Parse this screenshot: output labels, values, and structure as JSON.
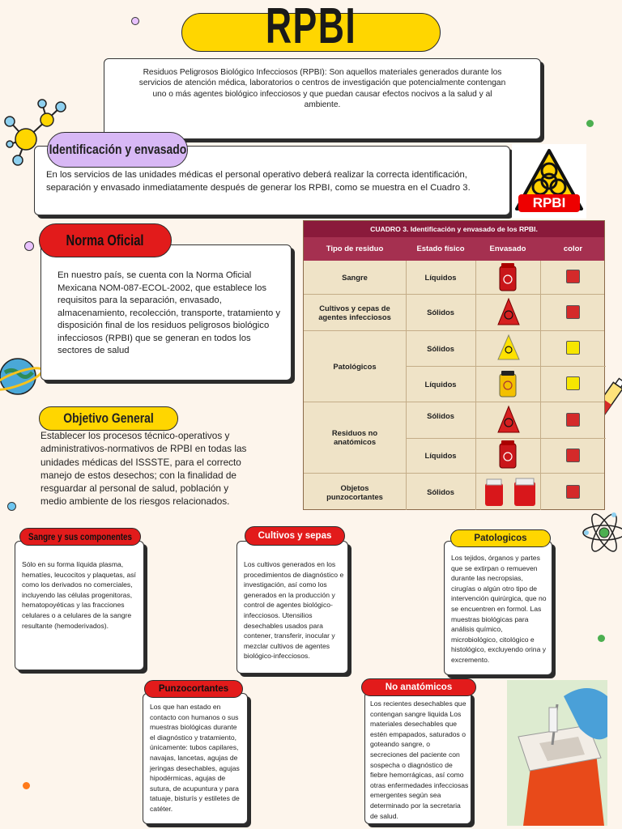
{
  "title": "RPBI",
  "definition": "Residuos Peligrosos Biológico Infecciosos (RPBI): Son aquellos materiales generados durante los servicios de atención médica, laboratorios o centros de investigación que potencialmente contengan uno o más agentes biológico infecciosos y que puedan causar efectos nocivos a la salud y al ambiente.",
  "ident": {
    "heading": "Identificación y envasado",
    "text": "En los servicios de las unidades médicas el personal operativo deberá realizar la correcta identificación, separación y envasado inmediatamente después de generar los RPBI, como se muestra en el Cuadro 3."
  },
  "logo_text": "RPBI",
  "norma": {
    "heading": "Norma Oficial",
    "text": "En nuestro país, se cuenta con la Norma Oficial Mexicana NOM-087-ECOL-2002, que establece los requisitos para la separación, envasado, almacenamiento, recolección, transporte, tratamiento y disposición final de los residuos peligrosos biológico infecciosos (RPBI) que se generan en todos los sectores de salud"
  },
  "objetivo": {
    "heading": "Objetivo General",
    "text": "Establecer los procesos técnico-operativos y administrativos-normativos de RPBI en todas las unidades médicas del ISSSTE, para el correcto manejo de estos desechos; con la finalidad de resguardar al personal de salud, población y medio ambiente de los riesgos relacionados."
  },
  "table": {
    "caption": "CUADRO 3. Identificación y envasado de los RPBI.",
    "headers": [
      "Tipo de residuo",
      "Estado físico",
      "Envasado",
      "color"
    ],
    "rows": [
      {
        "tipo": "Sangre",
        "estado": "Líquidos",
        "color": "#d42a2a"
      },
      {
        "tipo": "Cultivos y cepas de agentes infecciosos",
        "estado": "Sólidos",
        "color": "#d42a2a"
      },
      {
        "tipo": "Patológicos",
        "estado": "Sólidos",
        "color": "#f7e600"
      },
      {
        "tipo": "",
        "estado": "Líquidos",
        "color": "#f7e600"
      },
      {
        "tipo": "Residuos no anatómicos",
        "estado": "Sólidos",
        "color": "#d42a2a"
      },
      {
        "tipo": "",
        "estado": "Líquidos",
        "color": "#d42a2a"
      },
      {
        "tipo": "Objetos punzocortantes",
        "estado": "Sólidos",
        "color": "#d42a2a"
      }
    ]
  },
  "sangre": {
    "heading": "Sangre y sus componentes",
    "text": "Sólo en su forma líquida plasma, hematíes, leucocitos y plaquetas, así como los derivados no comerciales, incluyendo las células progenitoras, hematopoyéticas y las fracciones celulares o a celulares de la sangre resultante (hemoderivados)."
  },
  "cultivos": {
    "heading": "Cultivos y sepas",
    "text": "Los cultivos generados en los procedimientos de diagnóstico e investigación, así como los generados en la producción y control de agentes biológico-infecciosos. Utensilios desechables usados para contener, transferir, inocular y mezclar cultivos de agentes biológico-infecciosos."
  },
  "patologicos": {
    "heading": "Patologicos",
    "text": "Los tejidos, órganos y partes que se extirpan o remueven durante las necropsias, cirugías o algún otro tipo de intervención quirúrgica, que no se encuentren en formol. Las muestras biológicas para análisis químico, microbiológico, citológico e histológico, excluyendo orina y excremento."
  },
  "punzo": {
    "heading": "Punzocortantes",
    "text": "Los que han estado en contacto con humanos o sus muestras biológicas durante el diagnóstico y tratamiento, únicamente: tubos capilares, navajas, lancetas, agujas de jeringas desechables, agujas hipodérmicas, agujas de sutura, de acupuntura y para tatuaje, bisturís y estiletes de catéter."
  },
  "noanat": {
    "heading": "No anatómicos",
    "text": "Los recientes desechables que contengan sangre liquida Los materiales desechables que estén empapados, saturados o goteando sangre, o secreciones del paciente con sospecha o diagnóstico de fiebre hemorrágicas, así como otras enfermedades infecciosas emergentes según sea determinado por la secretaria de salud."
  }
}
